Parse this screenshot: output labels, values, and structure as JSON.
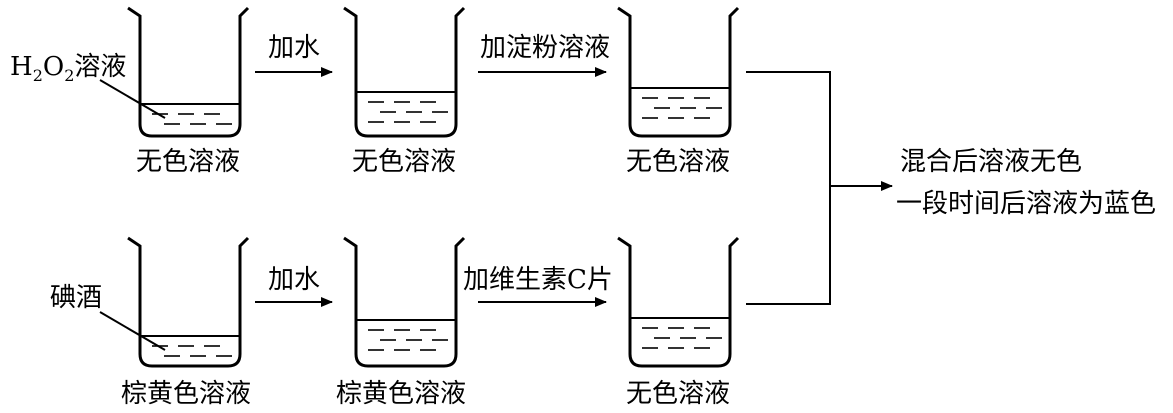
{
  "top_row": {
    "reagent_prefix": "H",
    "reagent_sub1": "2",
    "reagent_mid": "O",
    "reagent_sub2": "2",
    "reagent_suffix": "溶液",
    "step1_label": "加水",
    "step2_label": "加淀粉溶液",
    "beaker1_caption": "无色溶液",
    "beaker2_caption": "无色溶液",
    "beaker3_caption": "无色溶液"
  },
  "bottom_row": {
    "reagent_label": "碘酒",
    "step1_label": "加水",
    "step2_label": "加维生素C片",
    "beaker1_caption": "棕黄色溶液",
    "beaker2_caption": "棕黄色溶液",
    "beaker3_caption": "无色溶液"
  },
  "result": {
    "line1": "混合后溶液无色",
    "line2": "一段时间后溶液为蓝色"
  }
}
